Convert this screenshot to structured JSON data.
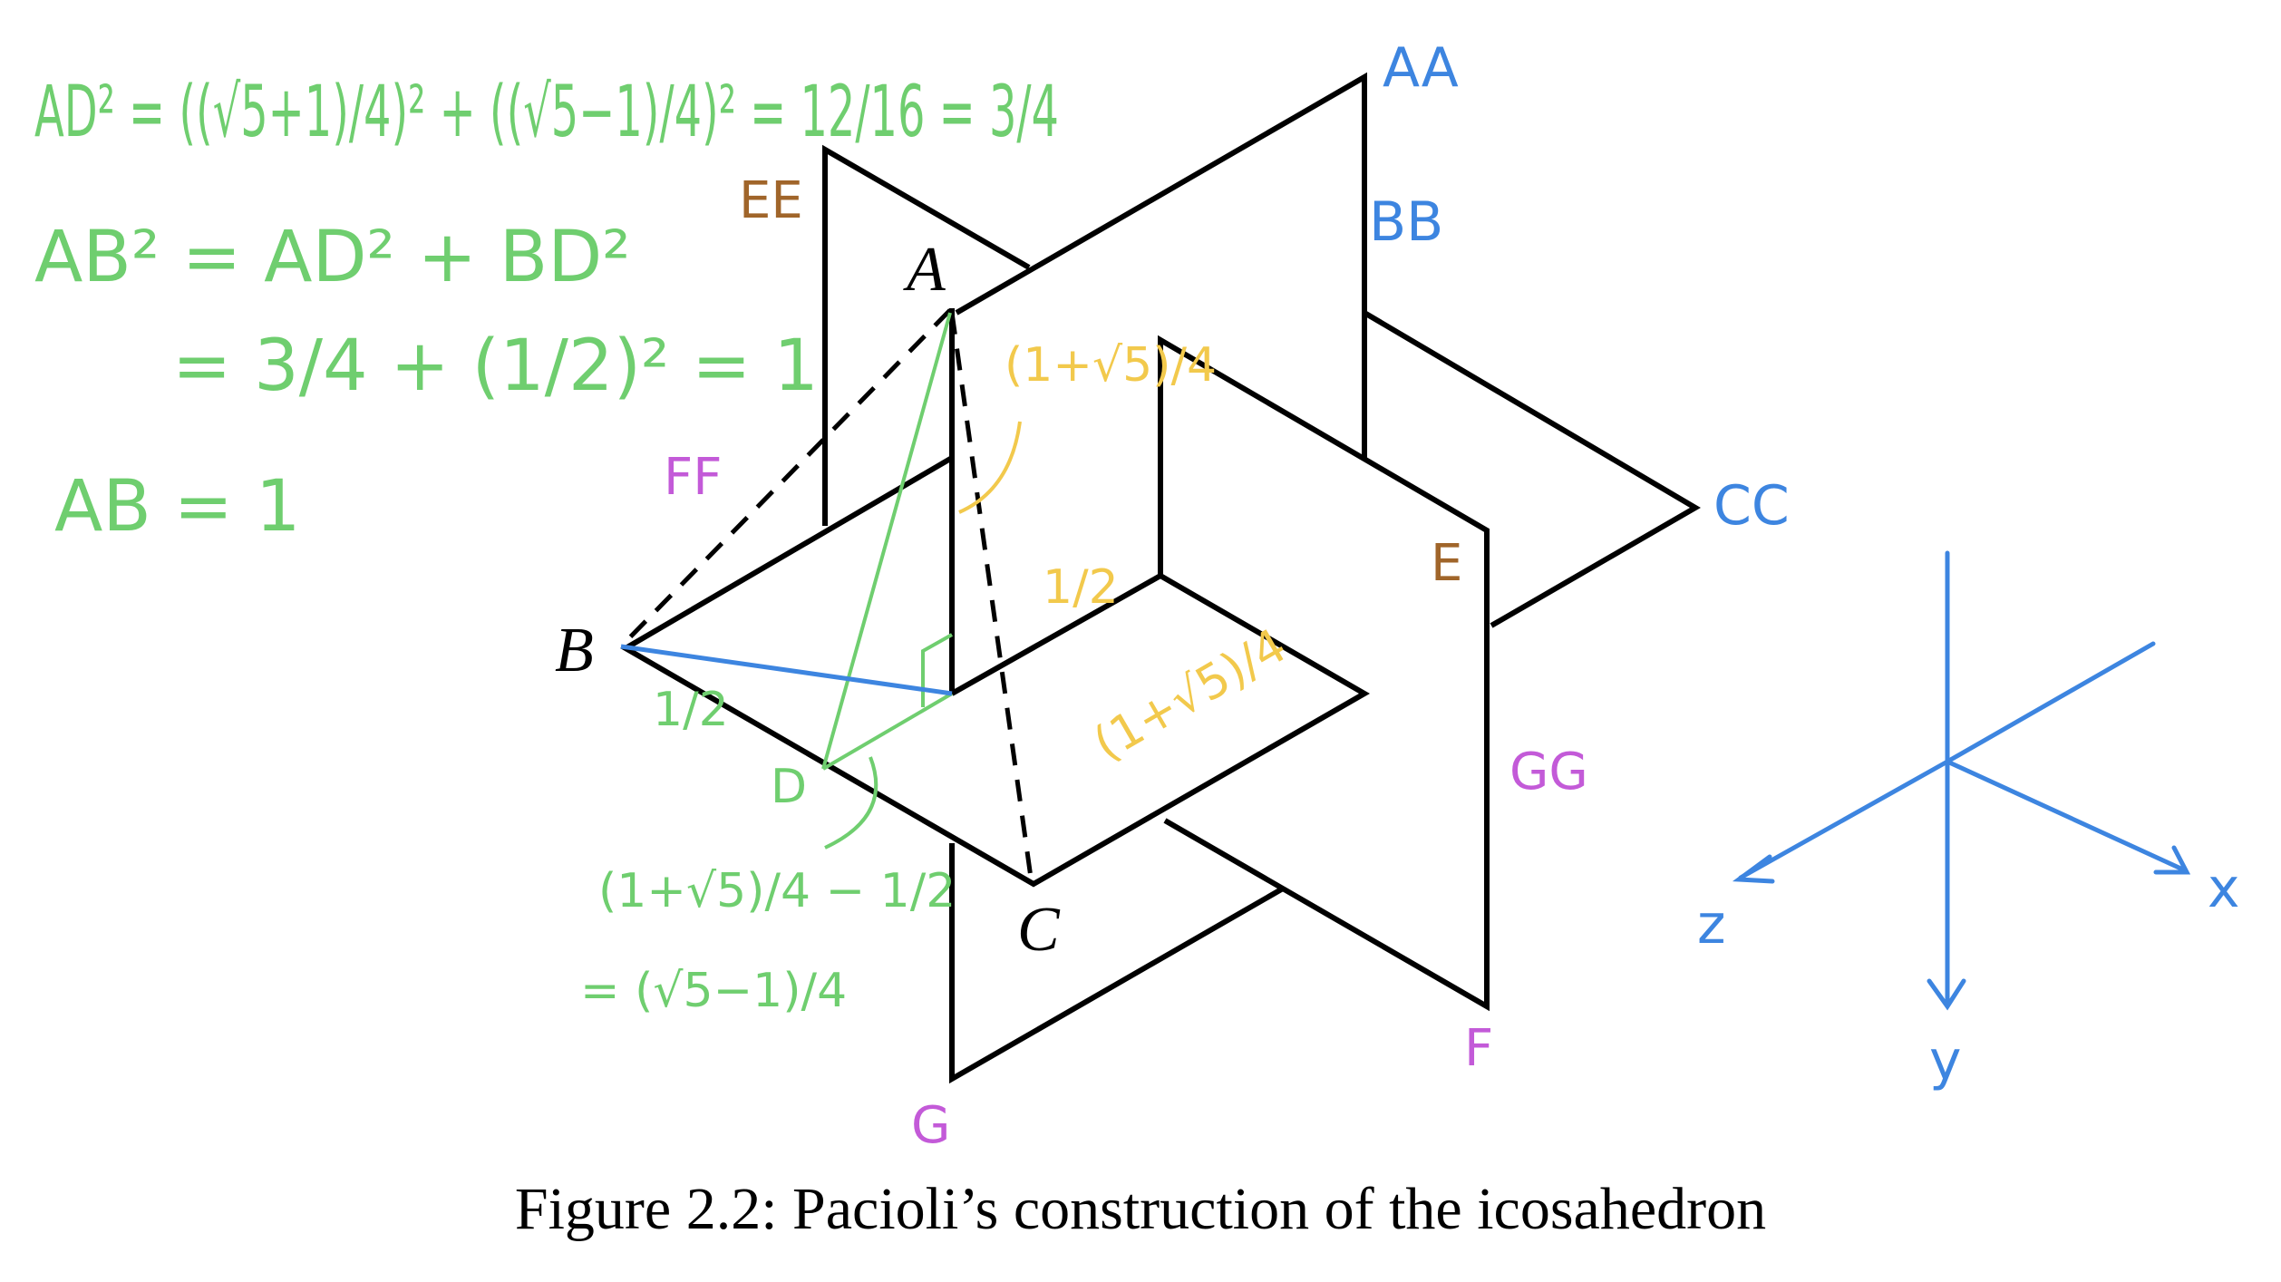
{
  "caption": "Figure 2.2: Pacioli’s construction of the icosahedron",
  "points": {
    "A": "A",
    "B": "B",
    "C": "C",
    "D": "D",
    "E": "E",
    "F": "F",
    "G": "G"
  },
  "plane_labels": {
    "AA": "AA",
    "BB": "BB",
    "CC": "CC",
    "EE": "EE",
    "FF": "FF",
    "GG": "GG"
  },
  "equations": {
    "ad2": "AD² = ((√5+1)/4)² + ((√5−1)/4)² = 12/16 = 3/4",
    "ab2": "AB² = AD² + BD²",
    "ab2_val": "= 3/4 + (1/2)² = 1",
    "ab": "AB = 1"
  },
  "annotations": {
    "height": "(1+√5)/4",
    "half_vertical": "1/2",
    "half_bd": "1/2",
    "horizontal": "(1+√5)/4",
    "dc_1": "(1+√5)/4 − 1/2",
    "dc_2": "= (√5−1)/4"
  },
  "axes": {
    "x": "x",
    "y": "y",
    "z": "z"
  },
  "colors": {
    "green": "#6fce6f",
    "blue": "#3d85e0",
    "yellow": "#f2c94c",
    "brown": "#a0652a",
    "purple": "#c35ad8",
    "black": "#000000"
  }
}
